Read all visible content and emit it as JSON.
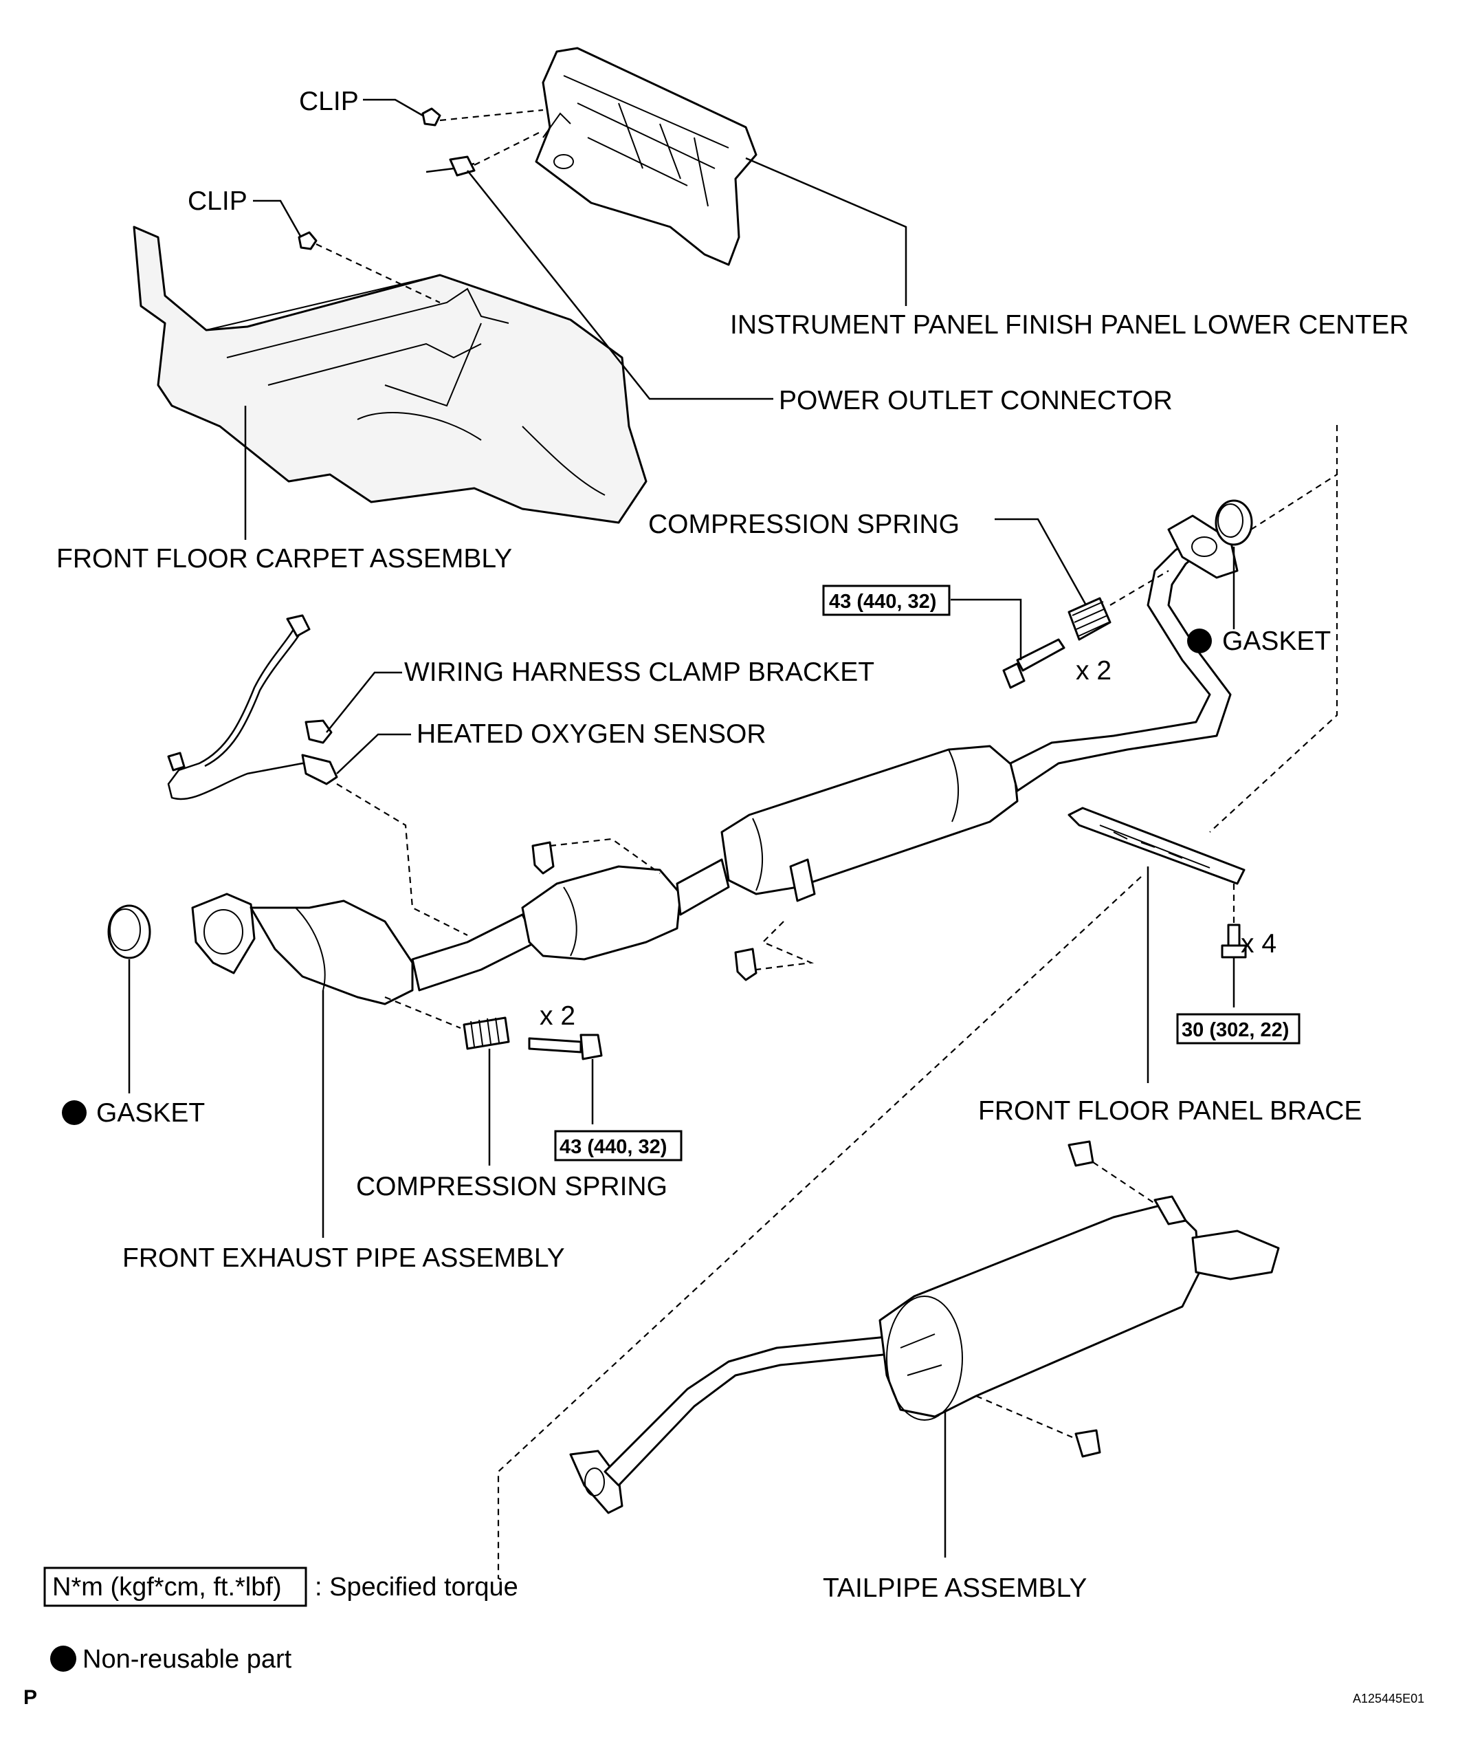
{
  "labels": {
    "clip_1": "CLIP",
    "clip_2": "CLIP",
    "instrument_panel": "INSTRUMENT PANEL FINISH PANEL LOWER CENTER",
    "power_outlet": "POWER OUTLET CONNECTOR",
    "compression_spring_upper": "COMPRESSION SPRING",
    "front_floor_carpet": "FRONT FLOOR CARPET ASSEMBLY",
    "gasket_right": "GASKET",
    "wiring_harness_clamp": "WIRING HARNESS CLAMP BRACKET",
    "heated_oxygen_sensor": "HEATED OXYGEN SENSOR",
    "gasket_left": "GASKET",
    "front_floor_panel_brace": "FRONT FLOOR PANEL BRACE",
    "compression_spring_lower": "COMPRESSION SPRING",
    "front_exhaust_pipe": "FRONT EXHAUST PIPE ASSEMBLY",
    "tailpipe": "TAILPIPE ASSEMBLY"
  },
  "quantities": {
    "upper_bolts": "x 2",
    "lower_bolts": "x 2",
    "brace_bolts": "x 4"
  },
  "torques": {
    "upper_bolt": "43 (440, 32)",
    "lower_bolt": "43 (440, 32)",
    "brace_bolt": "30 (302, 22)"
  },
  "legend": {
    "torque_unit": "N*m (kgf*cm, ft.*lbf)",
    "torque_desc": ": Specified torque",
    "nonreusable": "Non-reusable part"
  },
  "corner_mark": "P",
  "figure_id": "A125445E01"
}
